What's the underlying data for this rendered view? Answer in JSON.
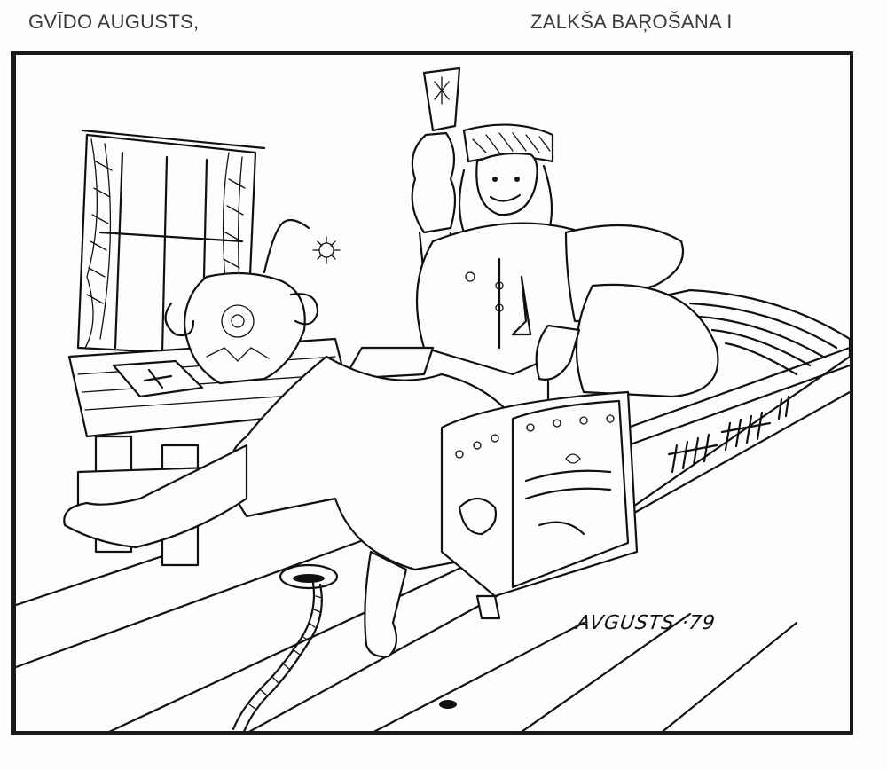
{
  "header": {
    "author": "GVĪDO AUGUSTS,",
    "title": "ZALKŠA BAŖOŠANA I"
  },
  "artwork": {
    "signature": "AVGUSTS ·79",
    "ink_color": "#111111",
    "paper_color": "#fdfdfb"
  }
}
